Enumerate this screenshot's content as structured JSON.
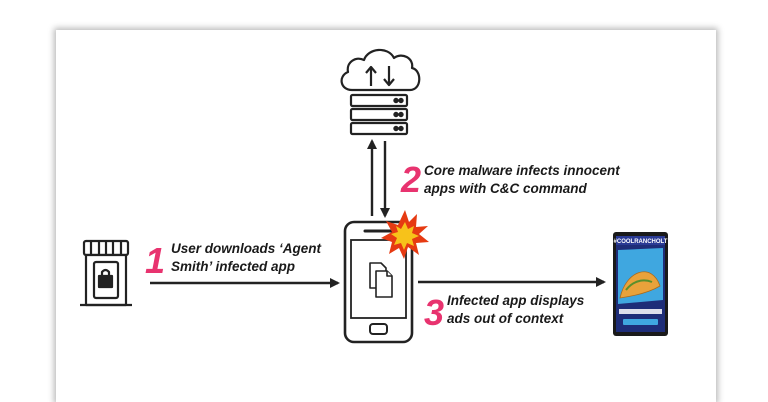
{
  "colors": {
    "step_number": "#e8336f",
    "stroke": "#222222",
    "explosion_outer": "#e63a12",
    "explosion_inner": "#f7c21a",
    "ad_background": "#1e2d78",
    "ad_accent": "#3fa7e0",
    "ad_taco": "#e9a23b"
  },
  "icons": {
    "server": "cloud-server-icon",
    "store": "app-store-icon",
    "phone": "smartphone-icon",
    "infection": "explosion-icon",
    "ad": "ad-screenshot"
  },
  "steps": [
    {
      "number": "1",
      "lines": [
        "User downloads ‘Agent",
        "Smith’ infected app"
      ]
    },
    {
      "number": "2",
      "lines": [
        "Core malware infects innocent",
        "apps with C&C command"
      ]
    },
    {
      "number": "3",
      "lines": [
        "Infected app displays",
        "ads out of context"
      ]
    }
  ],
  "ad_screenshot": {
    "title": "#COOLRANCHOLT"
  }
}
